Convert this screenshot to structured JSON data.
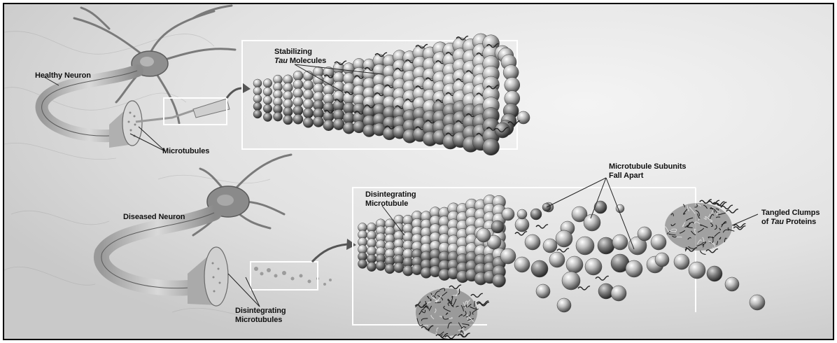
{
  "labels": {
    "healthy_neuron": "Healthy Neuron",
    "stabilizing_tau_line1": "Stabilizing",
    "stabilizing_tau_italic": "Tau",
    "stabilizing_tau_rest": " Molecules",
    "microtubules": "Microtubules",
    "diseased_neuron": "Diseased Neuron",
    "disintegrating_microtubule_line1": "Disintegrating",
    "disintegrating_microtubule_line2": "Microtubule",
    "subunits_line1": "Microtubule Subunits",
    "subunits_line2": "Fall Apart",
    "tangled_line1": "Tangled Clumps",
    "tangled_prefix": "of ",
    "tangled_italic": "Tau",
    "tangled_rest": " Proteins",
    "disintegrating_microtubules_line1": "Disintegrating",
    "disintegrating_microtubules_line2": "Microtubules"
  },
  "colors": {
    "background": "#e6e6e6",
    "frame_border": "#000000",
    "inset_border": "#ffffff",
    "text": "#111111"
  }
}
